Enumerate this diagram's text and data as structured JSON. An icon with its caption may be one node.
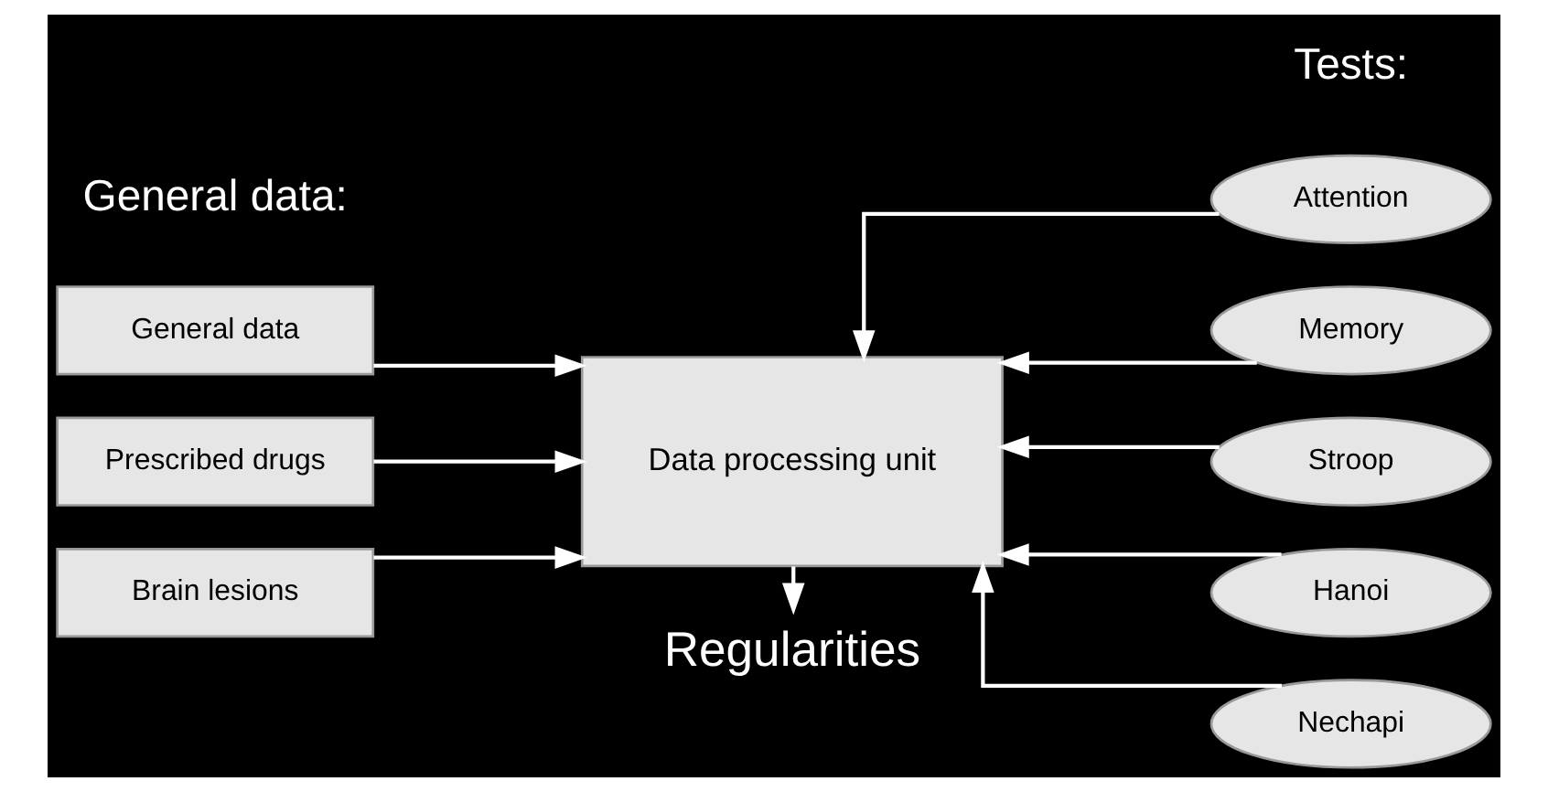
{
  "diagram": {
    "nodes": [
      {
        "text": [
          "General data"
        ]
      },
      {
        "text": [
          "Prescribed drugs"
        ]
      },
      {
        "text": [
          "Brain lesions"
        ]
      },
      {
        "text": [
          "Data processing unit"
        ]
      },
      {
        "text": [
          "Attention"
        ]
      },
      {
        "text": [
          "Memory"
        ]
      },
      {
        "text": [
          "Stroop"
        ]
      },
      {
        "text": [
          "Hanoi"
        ]
      },
      {
        "text": [
          "Nechapi"
        ]
      },
      {
        "text": [
          "Regularities"
        ]
      }
    ],
    "edges": [
      {
        "from": 0,
        "to": 3,
        "arrow": "to"
      },
      {
        "from": 1,
        "to": 3,
        "arrow": "to"
      },
      {
        "from": 2,
        "to": 3,
        "arrow": "to"
      },
      {
        "from": 4,
        "to": 3,
        "arrow": "to"
      },
      {
        "from": 5,
        "to": 3,
        "arrow": "to"
      },
      {
        "from": 6,
        "to": 3,
        "arrow": "to"
      },
      {
        "from": 7,
        "to": 3,
        "arrow": "to"
      },
      {
        "from": 8,
        "to": 3,
        "arrow": "to"
      },
      {
        "from": 3,
        "to": 9,
        "arrow": "to"
      }
    ],
    "labels": [
      "General data:",
      "Tests:"
    ]
  }
}
